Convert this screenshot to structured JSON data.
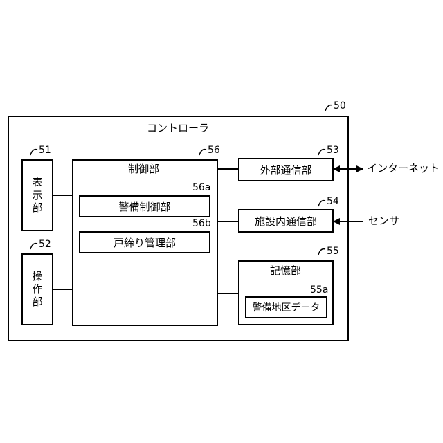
{
  "controller": {
    "title": "コントローラ",
    "ref": "50"
  },
  "display_unit": {
    "label": "表示部",
    "chars": [
      "表",
      "示",
      "部"
    ],
    "ref": "51"
  },
  "operation_unit": {
    "label": "操作部",
    "chars": [
      "操",
      "作",
      "部"
    ],
    "ref": "52"
  },
  "control_unit": {
    "label": "制御部",
    "ref": "56"
  },
  "security_control": {
    "label": "警備制御部",
    "ref": "56a"
  },
  "lock_management": {
    "label": "戸締り管理部",
    "ref": "56b"
  },
  "external_comm": {
    "label": "外部通信部",
    "ref": "53"
  },
  "facility_comm": {
    "label": "施設内通信部",
    "ref": "54"
  },
  "storage_unit": {
    "label": "記憶部",
    "ref": "55"
  },
  "security_area_data": {
    "label": "警備地区データ",
    "ref": "55a"
  },
  "external_endpoints": {
    "internet": "インターネット",
    "sensor": "センサ"
  }
}
